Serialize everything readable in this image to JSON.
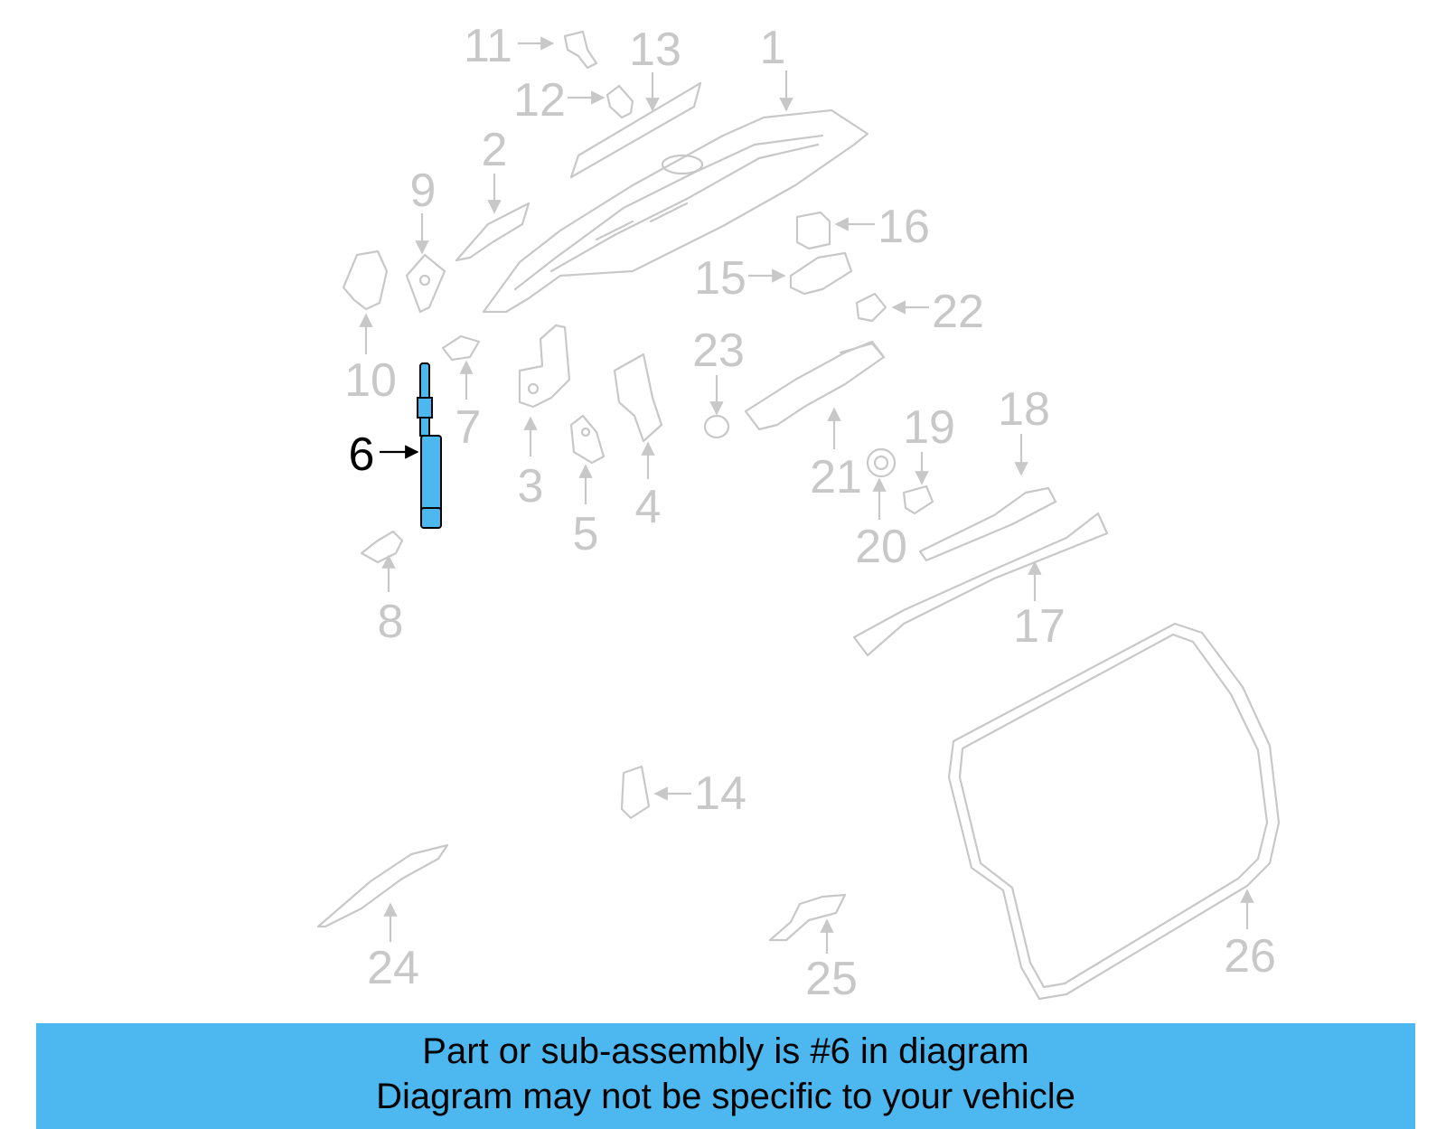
{
  "colors": {
    "highlight_part": "#4cb8ef",
    "banner_background": "#4cb8ef",
    "inactive": "#c8c8c8",
    "active_label": "#000000"
  },
  "labels": {
    "p1": "1",
    "p2": "2",
    "p3": "3",
    "p4": "4",
    "p5": "5",
    "p6": "6",
    "p7": "7",
    "p8": "8",
    "p9": "9",
    "p10": "10",
    "p11": "11",
    "p12": "12",
    "p13": "13",
    "p14": "14",
    "p15": "15",
    "p16": "16",
    "p17": "17",
    "p18": "18",
    "p19": "19",
    "p20": "20",
    "p21": "21",
    "p22": "22",
    "p23": "23",
    "p24": "24",
    "p25": "25",
    "p26": "26"
  },
  "highlighted_part": "6",
  "banner": {
    "line1": "Part or sub-assembly is #6 in diagram",
    "line2": "Diagram may not be specific to your vehicle"
  }
}
